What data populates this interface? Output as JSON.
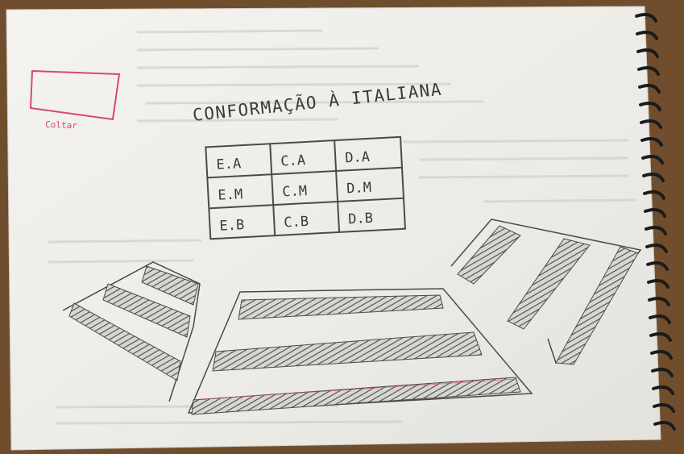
{
  "title": "CONFORMAÇÃO À ITALIANA",
  "corner_label": "Coltar",
  "grid": [
    [
      "E.A",
      "C.A",
      "D.A"
    ],
    [
      "E.M",
      "C.M",
      "D.M"
    ],
    [
      "E.B",
      "C.B",
      "D.B"
    ]
  ],
  "colors": {
    "paper": "#efeeea",
    "pencil": "#4a4a4a",
    "pink_ink": "#d9457a",
    "wood": "#6b4a2a",
    "spiral": "#1b1b1b"
  }
}
